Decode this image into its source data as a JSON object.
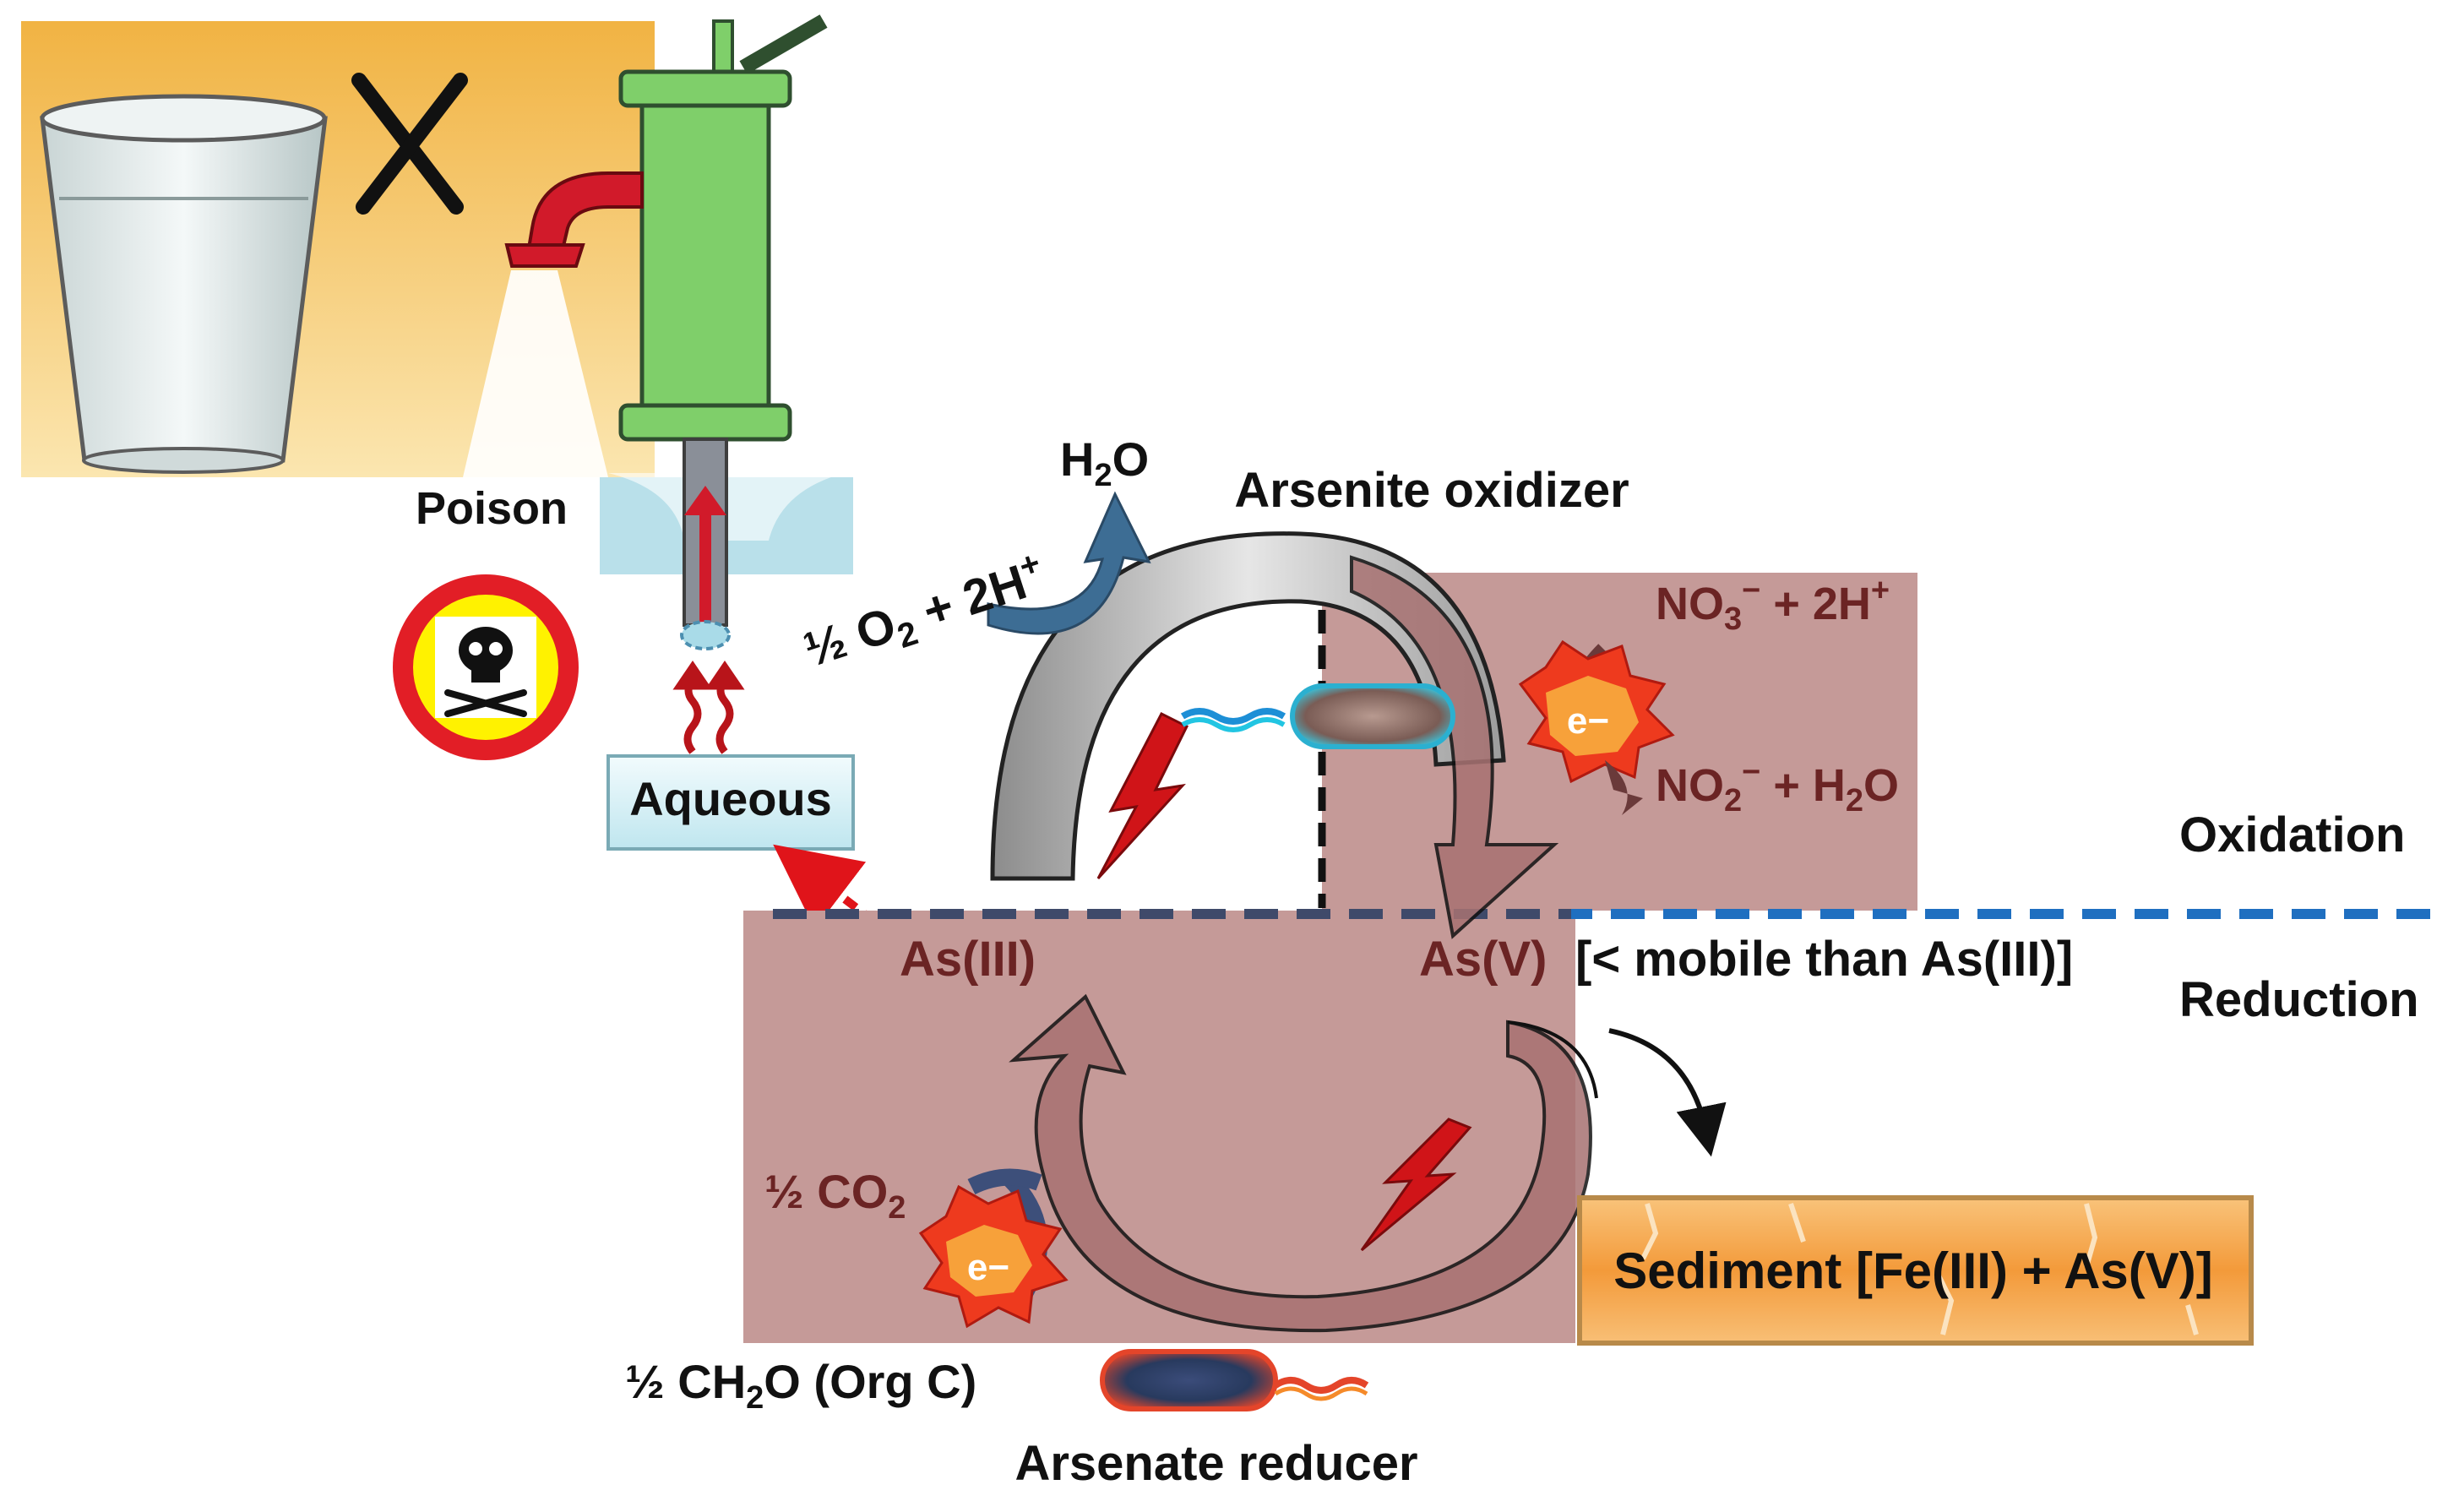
{
  "labels": {
    "poison": "Poison",
    "aqueous": "Aqueous",
    "h2o_top": "H",
    "h2o_top_sub": "2",
    "h2o_top_tail": "O",
    "o2_reaction": {
      "half": "½ O",
      "sub": "2",
      "mid": " + 2H",
      "sup": "+"
    },
    "arsenite_oxidizer": "Arsenite oxidizer",
    "no3_line": {
      "a": "NO",
      "sub": "3",
      "sup": "−",
      "tail": " + 2H",
      "sup2": "+"
    },
    "no2_line": {
      "a": "NO",
      "sub": "2",
      "sup": "−",
      "tail": " + H",
      "sub2": "2",
      "tail2": "O"
    },
    "oxidation": "Oxidation",
    "reduction": "Reduction",
    "as_iii": "As(III)",
    "as_v": "As(V)",
    "mobility_note": "[< mobile than As(III)]",
    "co2": {
      "a": "½ CO",
      "sub": "2"
    },
    "ch2o": {
      "a": "½ CH",
      "sub": "2",
      "tail": "O (Org C)"
    },
    "arsenate_reducer": "Arsenate reducer",
    "sediment": "Sediment [Fe(III) + As(V)]",
    "electron_top": "e−",
    "electron_bottom": "e−"
  },
  "icons": {
    "glass": "glass-icon",
    "cross": "cross-mark-icon",
    "hand_pump": "hand-pump-icon",
    "skull": "skull-crossbones-icon",
    "oxidizer_bacterium": "bacterium-icon",
    "reducer_bacterium": "bacterium-icon",
    "lightning": "lightning-icon"
  },
  "colors": {
    "panel_maroon": "#c59a98",
    "arrow_maroon": "#a87272",
    "text_maroon": "#6b2424",
    "divider_blue": "#1f6fc0",
    "pump_green": "#7fcf6a",
    "red_arrow": "#c0141a",
    "sediment_orange": "#f6a64a"
  }
}
